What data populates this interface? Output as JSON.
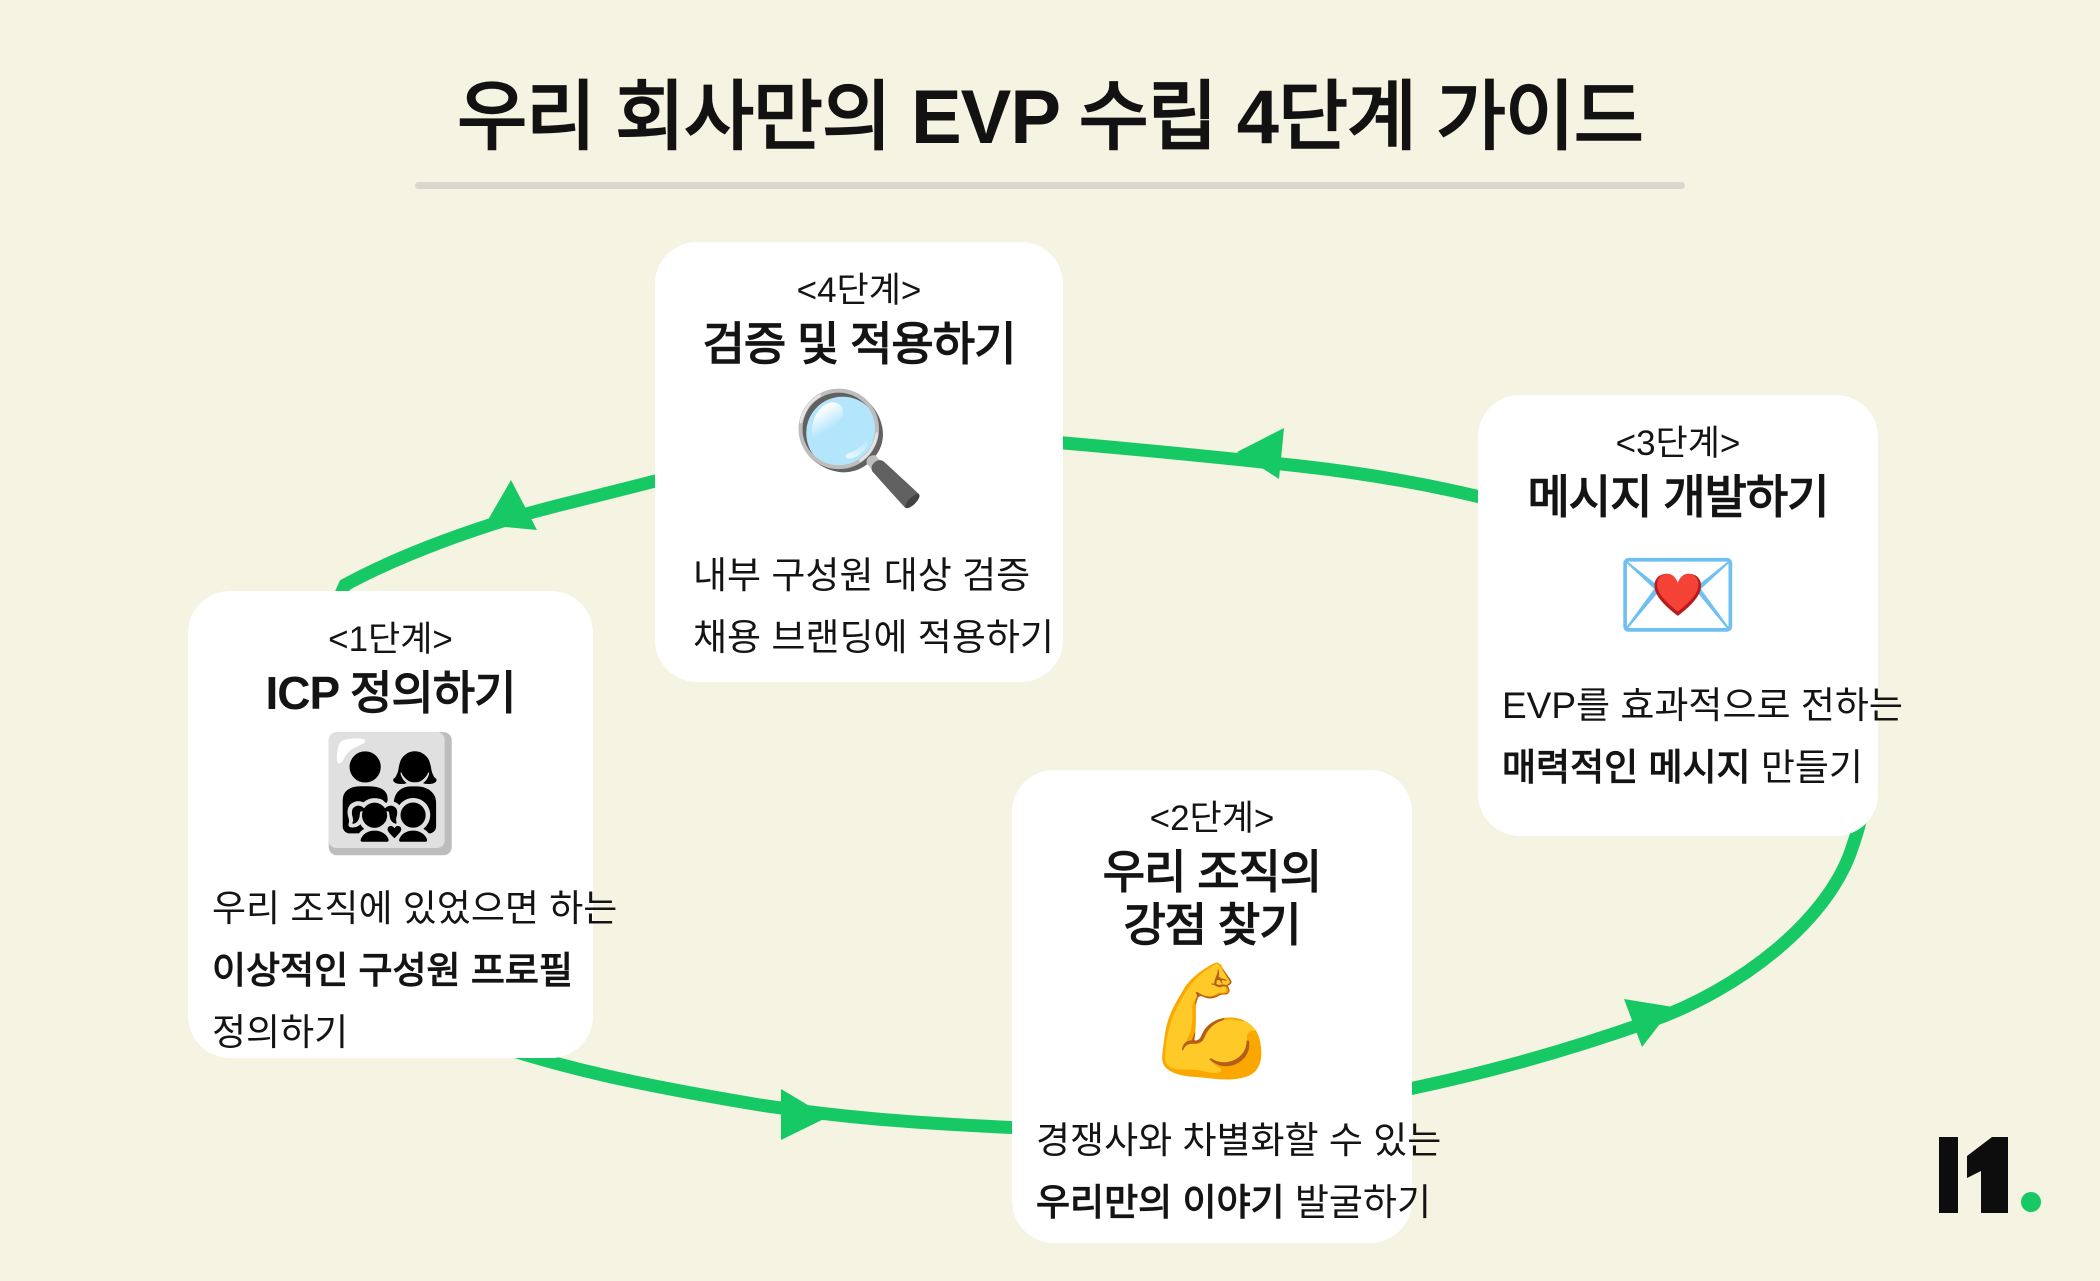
{
  "title": "우리 회사만의 EVP 수립 4단계 가이드",
  "colors": {
    "background": "#f5f3e1",
    "accent_green": "#17c964",
    "card_background": "#ffffff",
    "text": "#141414",
    "title_underline": "#d9d8d0",
    "logo_black": "#0d0d0d"
  },
  "steps": [
    {
      "label": "<1단계>",
      "title": "ICP 정의하기",
      "icon": "👨‍👩‍👧‍👦",
      "icon_name": "family-icon",
      "desc": [
        {
          "b": "",
          "r": "우리 조직에 있었으면 하는"
        },
        {
          "b": "이상적인 구성원 프로필",
          "r": ""
        },
        {
          "b": "",
          "r": "정의하기"
        }
      ]
    },
    {
      "label": "<2단계>",
      "title": "우리 조직의\n강점 찾기",
      "icon": "💪",
      "icon_name": "flexed-biceps-icon",
      "desc": [
        {
          "b": "",
          "r": "경쟁사와 차별화할 수 있는"
        },
        {
          "b": "우리만의 이야기",
          "r": " 발굴하기"
        }
      ]
    },
    {
      "label": "<3단계>",
      "title": "메시지 개발하기",
      "icon": "💌",
      "icon_name": "love-letter-icon",
      "desc": [
        {
          "b": "",
          "r": "EVP를 효과적으로 전하는"
        },
        {
          "b": "매력적인 메시지",
          "r": " 만들기"
        }
      ]
    },
    {
      "label": "<4단계>",
      "title": "검증 및 적용하기",
      "icon": "🔍",
      "icon_name": "magnifying-glass-icon",
      "desc": [
        {
          "b": "",
          "r": "내부 구성원 대상 검증"
        },
        {
          "b": "",
          "r": "채용 브랜딩에 적용하기"
        }
      ]
    }
  ],
  "logo": {
    "text": "h1."
  }
}
